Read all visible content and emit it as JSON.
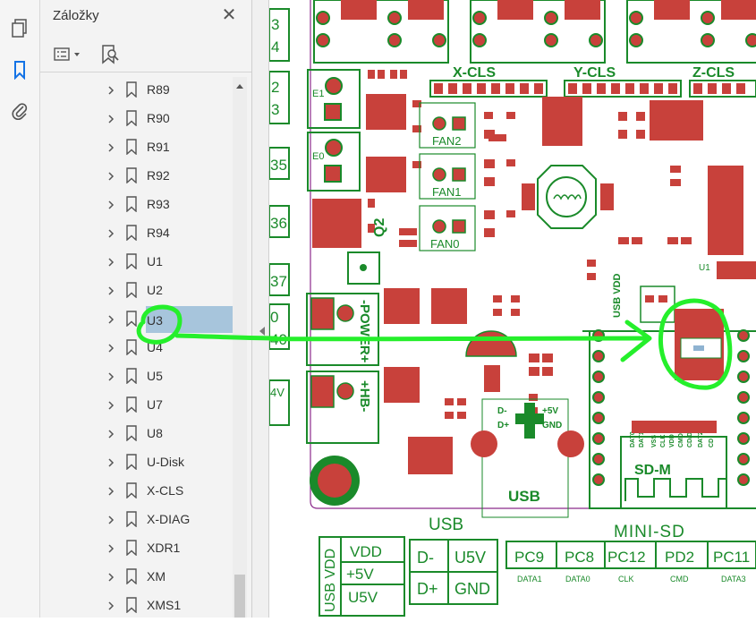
{
  "panel": {
    "title": "Záložky",
    "close": "✕"
  },
  "bookmarks": [
    {
      "label": "R89"
    },
    {
      "label": "R90"
    },
    {
      "label": "R91"
    },
    {
      "label": "R92"
    },
    {
      "label": "R93"
    },
    {
      "label": "R94"
    },
    {
      "label": "U1"
    },
    {
      "label": "U2"
    },
    {
      "label": "U3"
    },
    {
      "label": "U4"
    },
    {
      "label": "U5"
    },
    {
      "label": "U7"
    },
    {
      "label": "U8"
    },
    {
      "label": "U-Disk"
    },
    {
      "label": "X-CLS"
    },
    {
      "label": "X-DIAG"
    },
    {
      "label": "XDR1"
    },
    {
      "label": "XM"
    },
    {
      "label": "XMS1"
    }
  ],
  "selected_bookmark": "U3",
  "pcb": {
    "header_labels": [
      "X-CLS",
      "Y-CLS",
      "Z-CLS"
    ],
    "fan_labels": [
      "FAN2",
      "FAN1",
      "FAN0"
    ],
    "terminal_labels": [
      "E1",
      "E0"
    ],
    "q_label": "Q2",
    "power_label": "-POWER+",
    "hb_label": "+HB-",
    "usb_pads": [
      "D-",
      "+5V",
      "D+",
      "GND"
    ],
    "usb_label": "USB",
    "u1_label": "U1",
    "usb_vdd_label": "USB VDD",
    "sd_label": "SD-M",
    "sd_pins": [
      "CD",
      "DAT2",
      "CD/DAT3",
      "CMD",
      "VDD",
      "CLK",
      "VSS",
      "DAT0",
      "DAT1"
    ],
    "left_edge_labels": [
      "3",
      "4",
      "2",
      "3",
      "35",
      "36",
      "37",
      "0",
      "40",
      "4V"
    ],
    "bottom_usb_title": "USB",
    "bottom_mini_sd_title": "MINI-SD",
    "vdd_box": {
      "side": "USB VDD",
      "cells": [
        "VDD",
        "+5V",
        "U5V"
      ]
    },
    "usb_box": {
      "cells": [
        "D-",
        "U5V",
        "D+",
        "GND"
      ]
    },
    "pins": [
      {
        "name": "PC9",
        "sub": "DATA1"
      },
      {
        "name": "PC8",
        "sub": "DATA0"
      },
      {
        "name": "PC12",
        "sub": "CLK"
      },
      {
        "name": "PD2",
        "sub": "CMD"
      },
      {
        "name": "PC11",
        "sub": "DATA3"
      }
    ]
  }
}
